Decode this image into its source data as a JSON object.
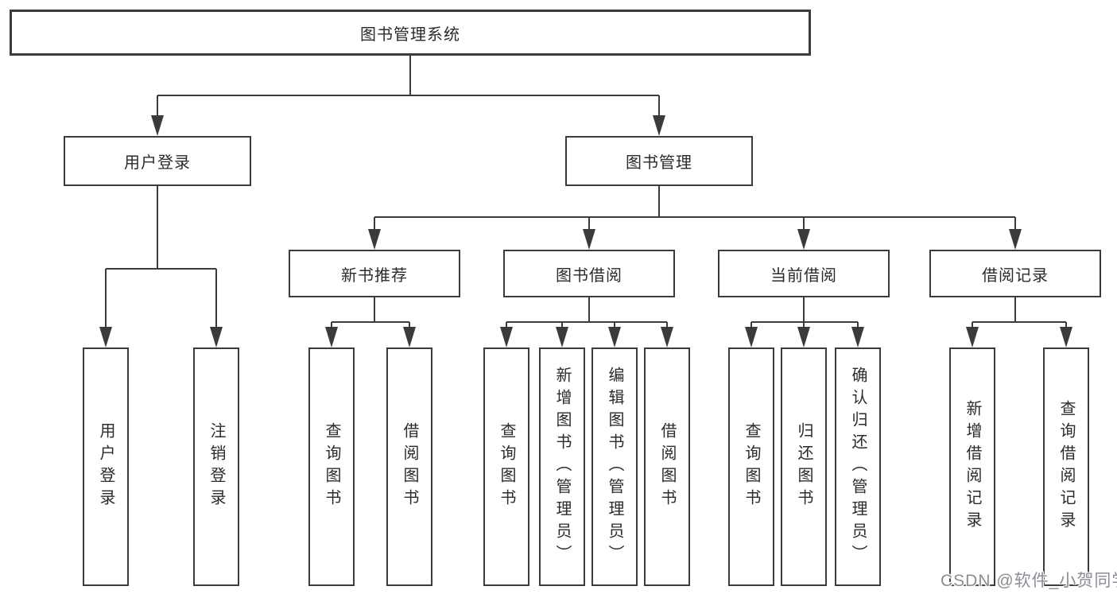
{
  "diagram": {
    "title": "图书管理系统",
    "root": {
      "label": "图书管理系统"
    },
    "level2": [
      {
        "id": "user-login",
        "label": "用户登录"
      },
      {
        "id": "book-management",
        "label": "图书管理"
      }
    ],
    "level3": [
      {
        "id": "new-book-recommend",
        "label": "新书推荐"
      },
      {
        "id": "book-borrow",
        "label": "图书借阅"
      },
      {
        "id": "current-borrow",
        "label": "当前借阅"
      },
      {
        "id": "borrow-records",
        "label": "借阅记录"
      }
    ],
    "leaves": {
      "user_login": [
        {
          "label": "用户登录"
        },
        {
          "label": "注销登录"
        }
      ],
      "new_book_recommend": [
        {
          "label": "查询图书"
        },
        {
          "label": "借阅图书"
        }
      ],
      "book_borrow": [
        {
          "label": "查询图书"
        },
        {
          "label": "新增图书（管理员）"
        },
        {
          "label": "编辑图书（管理员）"
        },
        {
          "label": "借阅图书"
        }
      ],
      "current_borrow": [
        {
          "label": "查询图书"
        },
        {
          "label": "归还图书"
        },
        {
          "label": "确认归还（管理员）"
        }
      ],
      "borrow_records": [
        {
          "label": "新增借阅记录"
        },
        {
          "label": "查询借阅记录"
        }
      ]
    },
    "watermark": "CSDN @软件_小贺同学",
    "colors": {
      "line": "#3b3b3b",
      "box_border": "#3b3b3b",
      "box_fill": "#ffffff",
      "text": "#2b2b2b",
      "watermark": "#8d8d95"
    }
  }
}
